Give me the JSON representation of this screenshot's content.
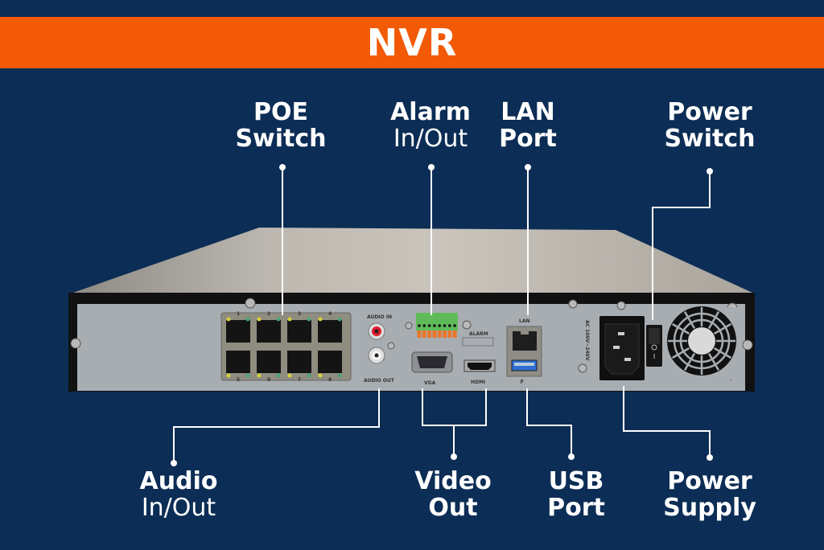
{
  "header": {
    "title": "NVR"
  },
  "colors": {
    "background": "#0C2D55",
    "banner": "#F25A05",
    "text": "#FFFFFF",
    "callout_line": "#FFFFFF"
  },
  "callouts_top": [
    {
      "id": "poe-switch",
      "line1": "POE",
      "line2": "Switch"
    },
    {
      "id": "alarm",
      "line1": "Alarm",
      "line2": "In/Out"
    },
    {
      "id": "lan-port",
      "line1": "LAN",
      "line2": "Port"
    },
    {
      "id": "power-switch",
      "line1": "Power",
      "line2": "Switch"
    }
  ],
  "callouts_bottom": [
    {
      "id": "audio",
      "line1": "Audio",
      "line2": "In/Out"
    },
    {
      "id": "video-out",
      "line1": "Video",
      "line2": "Out"
    },
    {
      "id": "usb-port",
      "line1": "USB",
      "line2": "Port"
    },
    {
      "id": "power-supply",
      "line1": "Power",
      "line2": "Supply"
    }
  ],
  "device": {
    "poe_port_numbers_top": [
      "1",
      "2",
      "3",
      "4"
    ],
    "poe_port_numbers_bottom": [
      "5",
      "6",
      "7",
      "8"
    ],
    "audio_in_label": "AUDIO IN",
    "audio_out_label": "AUDIO OUT",
    "alarm_label": "ALARM",
    "vga_label": "VGA",
    "hdmi_label": "HDMI",
    "lan_label": "LAN",
    "usb_symbol": "⭍",
    "ac_label": "AC 100V~240V"
  }
}
